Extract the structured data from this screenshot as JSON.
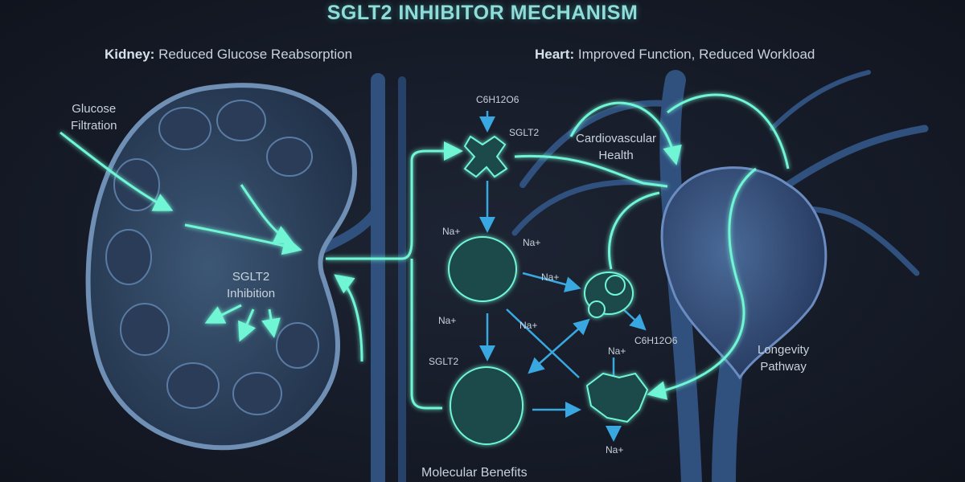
{
  "title": "SGLT2 INHIBITOR MECHANISM",
  "kidney_header": {
    "bold": "Kidney:",
    "text": " Reduced Glucose Reabsorption"
  },
  "heart_header": {
    "bold": "Heart:",
    "text": " Improved Function, Reduced Workload"
  },
  "labels": {
    "glucose_filtration": [
      "Glucose",
      "Filtration"
    ],
    "sglt2_inhibition": [
      "SGLT2",
      "Inhibition"
    ],
    "cardiovascular_health": [
      "Cardiovascular",
      "Health"
    ],
    "longevity_pathway": [
      "Longevity",
      "Pathway"
    ],
    "molecular_benefits": "Molecular Benefits",
    "glucose_formula": "C6H12O6",
    "sglt2": "SGLT2",
    "sodium": "Na+"
  },
  "colors": {
    "background": "#161b26",
    "glow": "#5ff0d0",
    "arrow": "#3aa8e0",
    "vessel": "#3a5f9a"
  }
}
